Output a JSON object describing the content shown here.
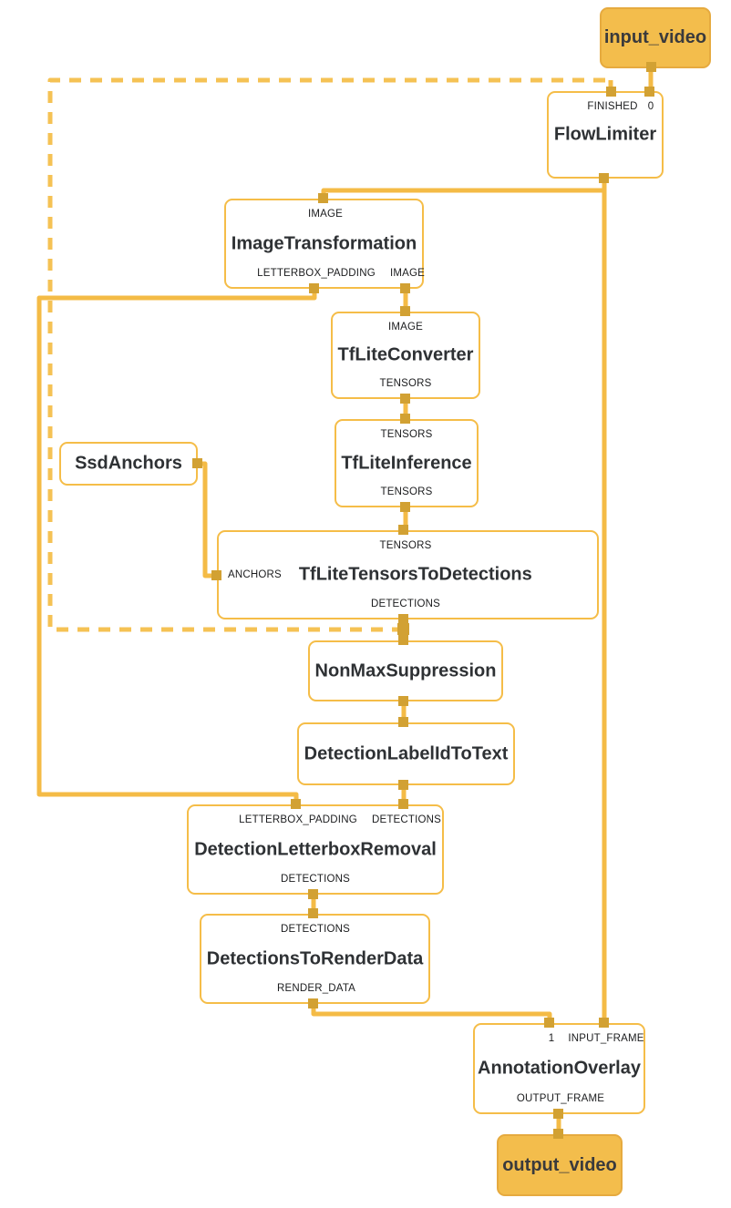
{
  "diagram": {
    "type": "mediapipe-calculator-graph",
    "colors": {
      "edge": "#F4BB46",
      "edge_dashed": "#F5C254",
      "node_border": "#F5BD48",
      "node_fill": "#FFFFFF",
      "terminal_fill": "#F3BD4C",
      "terminal_border": "#E6AA3F",
      "port": "#D2A133",
      "title_text": "#2E3134",
      "port_label_text": "#1B1C1E"
    },
    "nodes": {
      "input_video": {
        "label": "input_video"
      },
      "flow_limiter": {
        "title": "FlowLimiter",
        "in1": "FINISHED",
        "in2": "0"
      },
      "image_transformation": {
        "title": "ImageTransformation",
        "in1": "IMAGE",
        "out1": "LETTERBOX_PADDING",
        "out2": "IMAGE"
      },
      "tflite_converter": {
        "title": "TfLiteConverter",
        "in1": "IMAGE",
        "out1": "TENSORS"
      },
      "tflite_inference": {
        "title": "TfLiteInference",
        "in1": "TENSORS",
        "out1": "TENSORS"
      },
      "ssd_anchors": {
        "title": "SsdAnchors"
      },
      "tflite_tensors_to_detections": {
        "title": "TfLiteTensorsToDetections",
        "in1": "TENSORS",
        "in_left": "ANCHORS",
        "out1": "DETECTIONS"
      },
      "non_max_suppression": {
        "title": "NonMaxSuppression"
      },
      "detection_label_id_to_text": {
        "title": "DetectionLabelIdToText"
      },
      "detection_letterbox_removal": {
        "title": "DetectionLetterboxRemoval",
        "in1": "LETTERBOX_PADDING",
        "in2": "DETECTIONS",
        "out1": "DETECTIONS"
      },
      "detections_to_render_data": {
        "title": "DetectionsToRenderData",
        "in1": "DETECTIONS",
        "out1": "RENDER_DATA"
      },
      "annotation_overlay": {
        "title": "AnnotationOverlay",
        "in1": "1",
        "in2": "INPUT_FRAME",
        "out1": "OUTPUT_FRAME"
      },
      "output_video": {
        "label": "output_video"
      }
    },
    "connections": [
      {
        "from": "input_video",
        "to": "FlowLimiter:0",
        "style": "solid"
      },
      {
        "from": "FlowLimiter",
        "to": "ImageTransformation:IMAGE",
        "style": "solid"
      },
      {
        "from": "FlowLimiter",
        "to": "AnnotationOverlay:INPUT_FRAME",
        "style": "solid"
      },
      {
        "from": "ImageTransformation:IMAGE",
        "to": "TfLiteConverter:IMAGE",
        "style": "solid"
      },
      {
        "from": "ImageTransformation:LETTERBOX_PADDING",
        "to": "DetectionLetterboxRemoval:LETTERBOX_PADDING",
        "style": "solid"
      },
      {
        "from": "TfLiteConverter:TENSORS",
        "to": "TfLiteInference:TENSORS",
        "style": "solid"
      },
      {
        "from": "TfLiteInference:TENSORS",
        "to": "TfLiteTensorsToDetections:TENSORS",
        "style": "solid"
      },
      {
        "from": "SsdAnchors",
        "to": "TfLiteTensorsToDetections:ANCHORS",
        "style": "solid"
      },
      {
        "from": "TfLiteTensorsToDetections:DETECTIONS",
        "to": "NonMaxSuppression",
        "style": "solid"
      },
      {
        "from": "TfLiteTensorsToDetections:DETECTIONS",
        "to": "FlowLimiter:FINISHED",
        "style": "dashed-back-edge"
      },
      {
        "from": "NonMaxSuppression",
        "to": "DetectionLabelIdToText",
        "style": "solid"
      },
      {
        "from": "DetectionLabelIdToText",
        "to": "DetectionLetterboxRemoval:DETECTIONS",
        "style": "solid"
      },
      {
        "from": "DetectionLetterboxRemoval:DETECTIONS",
        "to": "DetectionsToRenderData:DETECTIONS",
        "style": "solid"
      },
      {
        "from": "DetectionsToRenderData:RENDER_DATA",
        "to": "AnnotationOverlay:1",
        "style": "solid"
      },
      {
        "from": "AnnotationOverlay:OUTPUT_FRAME",
        "to": "output_video",
        "style": "solid"
      }
    ]
  }
}
